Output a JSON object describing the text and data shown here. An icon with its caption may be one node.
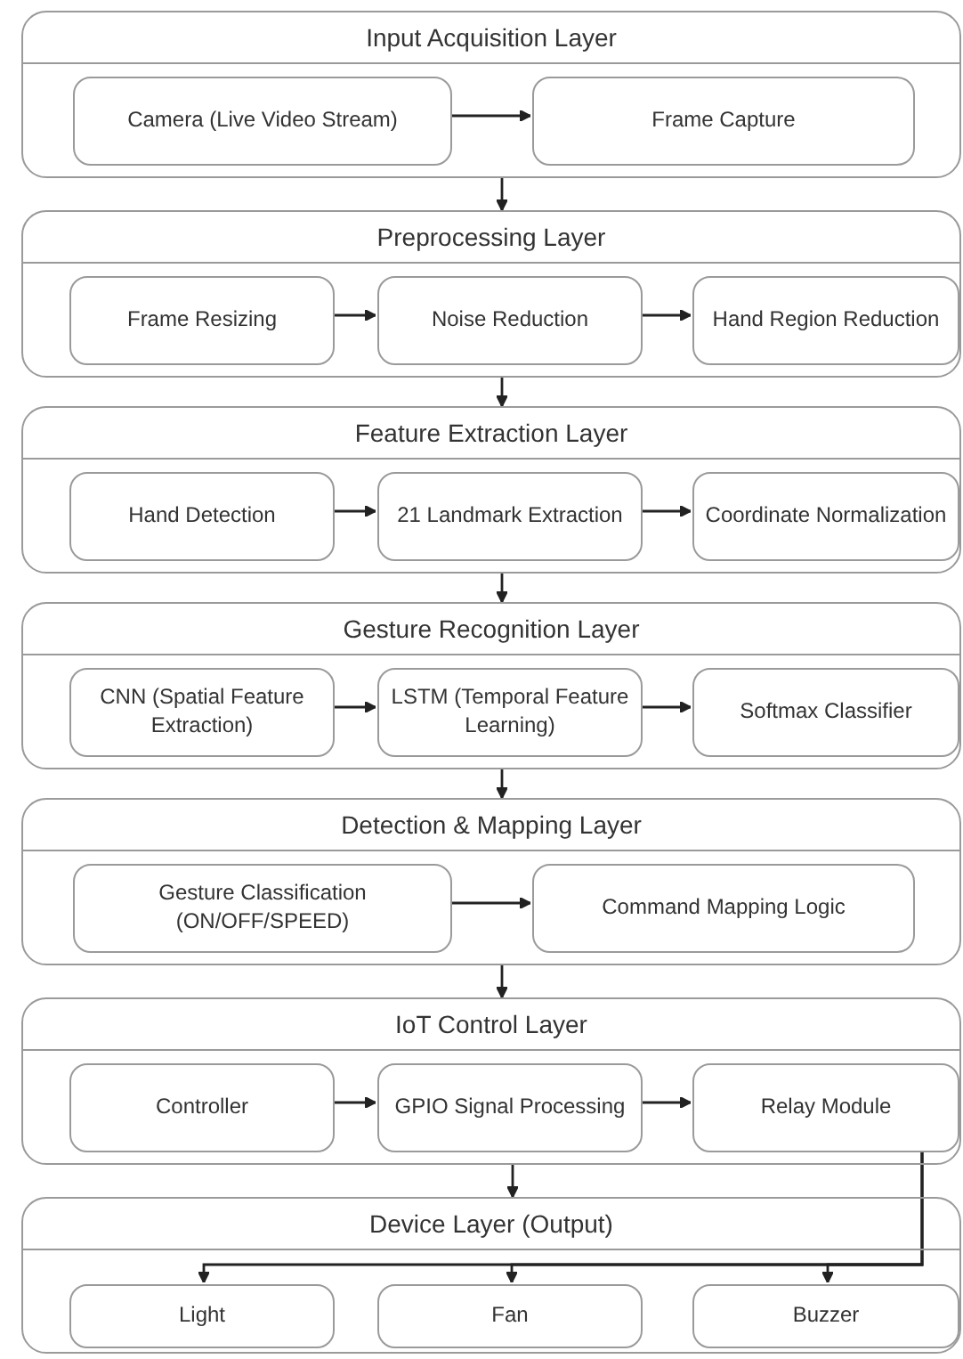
{
  "diagram": {
    "nodes": [
      {
        "text": [
          "Input Acquisition Layer"
        ]
      },
      {
        "text": [
          "Camera (Live Video Stream)"
        ],
        "in": 0
      },
      {
        "text": [
          "Frame Capture"
        ],
        "in": 0
      },
      {
        "text": [
          "Preprocessing Layer"
        ]
      },
      {
        "text": [
          "Frame Resizing"
        ],
        "in": 3
      },
      {
        "text": [
          "Noise Reduction"
        ],
        "in": 3
      },
      {
        "text": [
          "Hand Region Reduction"
        ],
        "in": 3
      },
      {
        "text": [
          "Feature Extraction Layer"
        ]
      },
      {
        "text": [
          "Hand Detection"
        ],
        "in": 7
      },
      {
        "text": [
          "21 Landmark Extraction"
        ],
        "in": 7
      },
      {
        "text": [
          "Coordinate Normalization"
        ],
        "in": 7
      },
      {
        "text": [
          "Gesture Recognition Layer"
        ]
      },
      {
        "text": [
          "CNN (Spatial Feature Extraction)"
        ],
        "in": 11
      },
      {
        "text": [
          "LSTM (Temporal Feature Learning)"
        ],
        "in": 11
      },
      {
        "text": [
          "Softmax Classifier"
        ],
        "in": 11
      },
      {
        "text": [
          "Detection & Mapping Layer"
        ]
      },
      {
        "text": [
          "Gesture Classification (ON/OFF/SPEED)"
        ],
        "in": 15
      },
      {
        "text": [
          "Command Mapping Logic"
        ],
        "in": 15
      },
      {
        "text": [
          "IoT Control Layer"
        ]
      },
      {
        "text": [
          "Controller"
        ],
        "in": 18
      },
      {
        "text": [
          "GPIO Signal Processing"
        ],
        "in": 18
      },
      {
        "text": [
          "Relay Module"
        ],
        "in": 18
      },
      {
        "text": [
          "Device Layer (Output)"
        ]
      },
      {
        "text": [
          "Light"
        ],
        "in": 22
      },
      {
        "text": [
          "Fan"
        ],
        "in": 22
      },
      {
        "text": [
          "Buzzer"
        ],
        "in": 22
      }
    ],
    "edges": [
      {
        "from": 1,
        "to": 2,
        "arrow": "to"
      },
      {
        "from": 0,
        "to": 3,
        "arrow": "to"
      },
      {
        "from": 4,
        "to": 5,
        "arrow": "to"
      },
      {
        "from": 5,
        "to": 6,
        "arrow": "to"
      },
      {
        "from": 3,
        "to": 7,
        "arrow": "to"
      },
      {
        "from": 8,
        "to": 9,
        "arrow": "to"
      },
      {
        "from": 9,
        "to": 10,
        "arrow": "to"
      },
      {
        "from": 7,
        "to": 11,
        "arrow": "to"
      },
      {
        "from": 12,
        "to": 13,
        "arrow": "to"
      },
      {
        "from": 13,
        "to": 14,
        "arrow": "to"
      },
      {
        "from": 11,
        "to": 15,
        "arrow": "to"
      },
      {
        "from": 16,
        "to": 17,
        "arrow": "to"
      },
      {
        "from": 15,
        "to": 18,
        "arrow": "to"
      },
      {
        "from": 19,
        "to": 20,
        "arrow": "to"
      },
      {
        "from": 20,
        "to": 21,
        "arrow": "to"
      },
      {
        "from": 18,
        "to": 22,
        "arrow": "to"
      },
      {
        "from": 21,
        "to": 23,
        "arrow": "to"
      },
      {
        "from": 21,
        "to": 24,
        "arrow": "to"
      },
      {
        "from": 21,
        "to": 25,
        "arrow": "to"
      }
    ]
  }
}
